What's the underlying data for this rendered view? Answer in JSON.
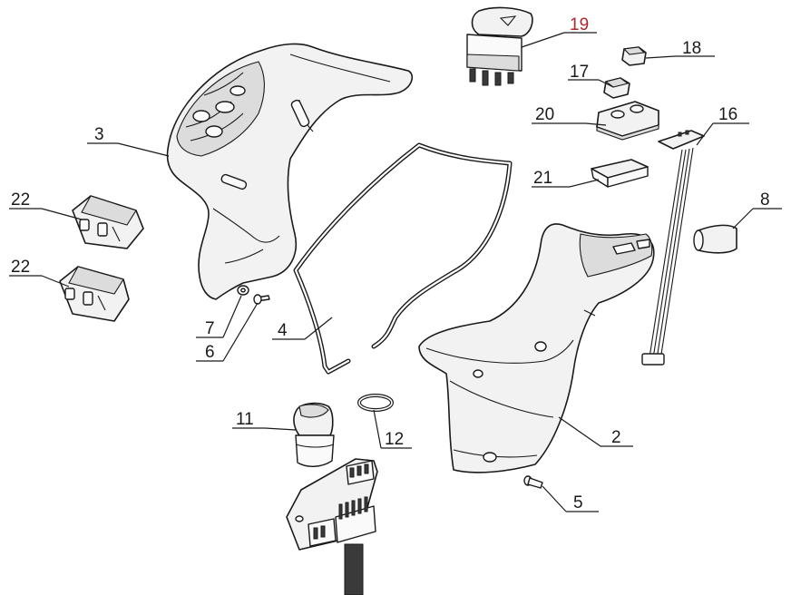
{
  "callouts": [
    {
      "id": "19",
      "text": "19",
      "highlight": true
    },
    {
      "id": "18",
      "text": "18"
    },
    {
      "id": "17",
      "text": "17"
    },
    {
      "id": "20",
      "text": "20"
    },
    {
      "id": "16",
      "text": "16"
    },
    {
      "id": "3",
      "text": "3"
    },
    {
      "id": "21",
      "text": "21"
    },
    {
      "id": "8",
      "text": "8"
    },
    {
      "id": "22a",
      "text": "22"
    },
    {
      "id": "22b",
      "text": "22"
    },
    {
      "id": "7",
      "text": "7"
    },
    {
      "id": "6",
      "text": "6"
    },
    {
      "id": "4",
      "text": "4"
    },
    {
      "id": "11",
      "text": "11"
    },
    {
      "id": "12",
      "text": "12"
    },
    {
      "id": "2",
      "text": "2"
    },
    {
      "id": "5",
      "text": "5"
    }
  ],
  "colors": {
    "line": "#1a1a1a",
    "highlight": "#b0282d",
    "fill": "#f2f2f2"
  }
}
